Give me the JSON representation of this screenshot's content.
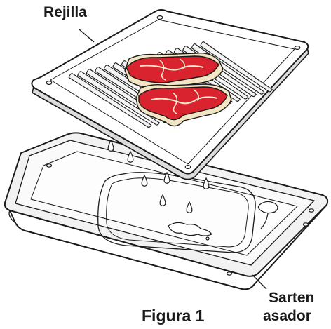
{
  "labels": {
    "grill": "Rejilla",
    "pan_line1": "Sarten",
    "pan_line2": "asador",
    "figure": "Figura 1"
  },
  "colors": {
    "line": "#1a1a1a",
    "pan_fill": "#f7f7f7",
    "grill_fill": "#ffffff",
    "meat": "#d9232e",
    "meat_dark": "#a8141d",
    "fat": "#f3e6c4",
    "marbling": "#f6e9cf"
  },
  "icons": [
    "grill-rack-icon",
    "broiler-pan-icon",
    "steak-icon",
    "drip-icon",
    "grease-splatter-icon"
  ]
}
